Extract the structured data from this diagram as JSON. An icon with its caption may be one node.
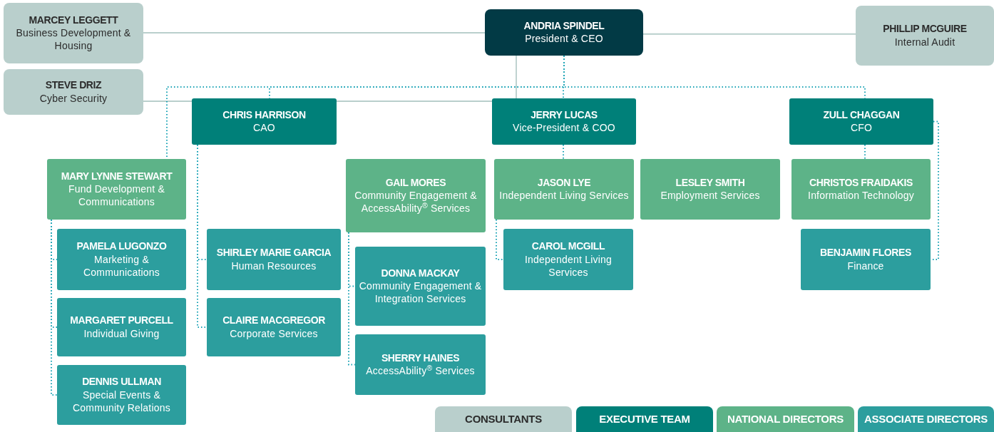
{
  "diagram": {
    "nodes": [
      {
        "text": [
          "ANDRIA SPINDEL",
          "President & CEO"
        ]
      },
      {
        "text": [
          "MARCEY LEGGETT",
          "Business Development & Housing"
        ]
      },
      {
        "text": [
          "PHILLIP MCGUIRE",
          "Internal Audit"
        ]
      },
      {
        "text": [
          "STEVE DRIZ",
          "Cyber Security"
        ]
      },
      {
        "text": [
          "CHRIS HARRISON",
          "CAO"
        ]
      },
      {
        "text": [
          "JERRY LUCAS",
          "Vice-President & COO"
        ]
      },
      {
        "text": [
          "ZULL CHAGGAN",
          "CFO"
        ]
      },
      {
        "text": [
          "MARY LYNNE STEWART",
          "Fund Development & Communications"
        ]
      },
      {
        "text": [
          "GAIL MORES",
          "Community Engagement & AccessAbility$^{®}$ Services"
        ]
      },
      {
        "text": [
          "JASON LYE",
          "Independent Living Services"
        ]
      },
      {
        "text": [
          "LESLEY SMITH",
          "Employment Services"
        ]
      },
      {
        "text": [
          "CHRISTOS FRAIDAKIS",
          "Information Technology"
        ]
      },
      {
        "text": [
          "PAMELA LUGONZO",
          "Marketing & Communications"
        ]
      },
      {
        "text": [
          "MARGARET PURCELL",
          "Individual Giving"
        ]
      },
      {
        "text": [
          "DENNIS ULLMAN",
          "Special Events & Community Relations"
        ]
      },
      {
        "text": [
          "SHIRLEY MARIE GARCIA",
          "Human Resources"
        ]
      },
      {
        "text": [
          "CLAIRE MACGREGOR",
          "Corporate Services"
        ]
      },
      {
        "text": [
          "DONNA MACKAY",
          "Community Engagement & Integration Services"
        ]
      },
      {
        "text": [
          "SHERRY HAINES",
          "AccessAbility$^{®}$ Services"
        ]
      },
      {
        "text": [
          "CAROL MCGILL",
          "Independent Living Services"
        ]
      },
      {
        "text": [
          "BENJAMIN FLORES",
          "Finance"
        ]
      }
    ],
    "edges": [
      {
        "from": 1,
        "to": 0,
        "arrow": "none",
        "color": "#b9cfcc"
      },
      {
        "from": 0,
        "to": 2,
        "arrow": "none",
        "color": "#b9cfcc"
      },
      {
        "from": 3,
        "to": 0,
        "arrow": "none",
        "color": "#b9cfcc"
      },
      {
        "from": 0,
        "to": 7,
        "arrow": "none",
        "style": "dashed"
      },
      {
        "from": 0,
        "to": 4,
        "arrow": "none",
        "style": "dashed"
      },
      {
        "from": 0,
        "to": 5,
        "arrow": "none",
        "style": "dashed"
      },
      {
        "from": 0,
        "to": 6,
        "arrow": "none",
        "style": "dashed"
      },
      {
        "from": 7,
        "to": 12,
        "arrow": "none",
        "style": "dashed"
      },
      {
        "from": 7,
        "to": 13,
        "arrow": "none",
        "style": "dashed"
      },
      {
        "from": 7,
        "to": 14,
        "arrow": "none",
        "style": "dashed"
      },
      {
        "from": 4,
        "to": 15,
        "arrow": "none",
        "style": "dashed"
      },
      {
        "from": 4,
        "to": 16,
        "arrow": "none",
        "style": "dashed"
      },
      {
        "from": 8,
        "to": 17,
        "arrow": "none",
        "style": "dashed"
      },
      {
        "from": 8,
        "to": 18,
        "arrow": "none",
        "style": "dashed"
      },
      {
        "from": 5,
        "to": 9,
        "arrow": "none",
        "style": "dashed"
      },
      {
        "from": 9,
        "to": 19,
        "arrow": "none",
        "style": "dashed"
      },
      {
        "from": 6,
        "to": 11,
        "arrow": "none",
        "style": "dashed"
      },
      {
        "from": 6,
        "to": 20,
        "arrow": "none",
        "style": "dashed"
      }
    ],
    "legend": [
      {
        "text": "CONSULTANTS",
        "color": "#b9cfcc"
      },
      {
        "text": "EXECUTIVE TEAM",
        "color": "#008079"
      },
      {
        "text": "NATIONAL DIRECTORS",
        "color": "#5db388"
      },
      {
        "text": "ASSOCIATE DIRECTORS",
        "color": "#2c9e9e"
      }
    ]
  }
}
